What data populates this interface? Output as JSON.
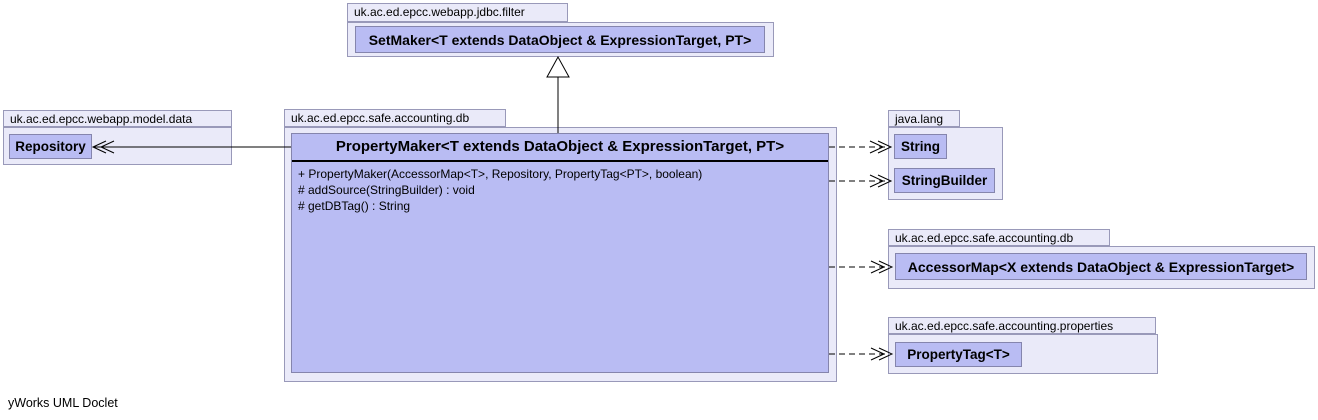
{
  "footer": "yWorks UML Doclet",
  "colors": {
    "package_fill": "#eaeaf9",
    "package_border": "#9999b9",
    "class_fill": "#b9bcf3",
    "class_border": "#8585ad"
  },
  "packages": {
    "jdbc_filter": {
      "name": "uk.ac.ed.epcc.webapp.jdbc.filter"
    },
    "model_data": {
      "name": "uk.ac.ed.epcc.webapp.model.data"
    },
    "accounting_db_main": {
      "name": "uk.ac.ed.epcc.safe.accounting.db"
    },
    "java_lang": {
      "name": "java.lang"
    },
    "accounting_db_ref": {
      "name": "uk.ac.ed.epcc.safe.accounting.db"
    },
    "accounting_properties": {
      "name": "uk.ac.ed.epcc.safe.accounting.properties"
    }
  },
  "classes": {
    "set_maker": {
      "name": "SetMaker<T extends DataObject & ExpressionTarget, PT>"
    },
    "repository": {
      "name": "Repository"
    },
    "property_maker": {
      "name": "PropertyMaker<T extends DataObject & ExpressionTarget, PT>",
      "methods": [
        "+ PropertyMaker(AccessorMap<T>, Repository, PropertyTag<PT>, boolean)",
        "# addSource(StringBuilder) : void",
        "# getDBTag() : String"
      ]
    },
    "string": {
      "name": "String"
    },
    "string_builder": {
      "name": "StringBuilder"
    },
    "accessor_map": {
      "name": "AccessorMap<X extends DataObject & ExpressionTarget>"
    },
    "property_tag": {
      "name": "PropertyTag<T>"
    }
  },
  "relationships": [
    {
      "from": "PropertyMaker",
      "to": "SetMaker",
      "type": "generalization",
      "line": "solid",
      "head": "hollow-triangle"
    },
    {
      "from": "PropertyMaker",
      "to": "Repository",
      "type": "association",
      "line": "solid",
      "head": "open-arrow"
    },
    {
      "from": "PropertyMaker",
      "to": "String",
      "type": "dependency",
      "line": "dashed",
      "head": "open-arrow"
    },
    {
      "from": "PropertyMaker",
      "to": "StringBuilder",
      "type": "dependency",
      "line": "dashed",
      "head": "open-arrow"
    },
    {
      "from": "PropertyMaker",
      "to": "AccessorMap",
      "type": "dependency",
      "line": "dashed",
      "head": "open-arrow"
    },
    {
      "from": "PropertyMaker",
      "to": "PropertyTag",
      "type": "dependency",
      "line": "dashed",
      "head": "open-arrow"
    }
  ]
}
